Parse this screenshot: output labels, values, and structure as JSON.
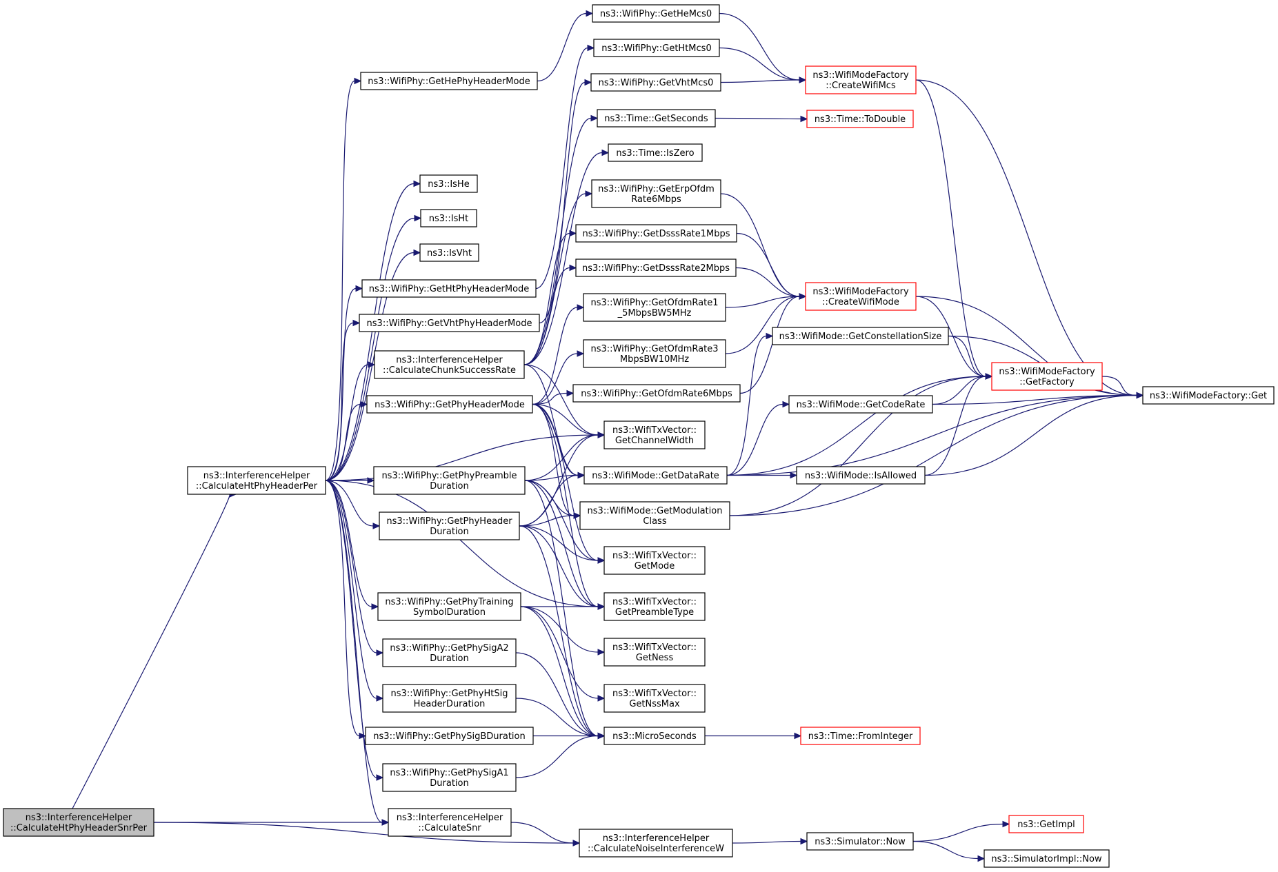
{
  "colors": {
    "edge": "#191970",
    "node_border": "#000000",
    "truncated_node_border": "#ff0000",
    "root_fill": "#bfbfbf",
    "background": "#ffffff"
  },
  "nodes": [
    {
      "id": "root",
      "lines": [
        "ns3::InterferenceHelper",
        "::CalculateHtPhyHeaderSnrPer"
      ],
      "style": "root"
    },
    {
      "id": "per",
      "lines": [
        "ns3::InterferenceHelper",
        "::CalculateHtPhyHeaderPer"
      ],
      "style": "normal"
    },
    {
      "id": "calcSnr",
      "lines": [
        "ns3::InterferenceHelper",
        "::CalculateSnr"
      ],
      "style": "normal"
    },
    {
      "id": "noise",
      "lines": [
        "ns3::InterferenceHelper",
        "::CalculateNoiseInterferenceW"
      ],
      "style": "normal"
    },
    {
      "id": "heHdr",
      "lines": [
        "ns3::WifiPhy::GetHePhyHeaderMode"
      ],
      "style": "normal"
    },
    {
      "id": "isHe",
      "lines": [
        "ns3::IsHe"
      ],
      "style": "normal"
    },
    {
      "id": "isHt",
      "lines": [
        "ns3::IsHt"
      ],
      "style": "normal"
    },
    {
      "id": "isVht",
      "lines": [
        "ns3::IsVht"
      ],
      "style": "normal"
    },
    {
      "id": "htHdr",
      "lines": [
        "ns3::WifiPhy::GetHtPhyHeaderMode"
      ],
      "style": "normal"
    },
    {
      "id": "vhtHdr",
      "lines": [
        "ns3::WifiPhy::GetVhtPhyHeaderMode"
      ],
      "style": "normal"
    },
    {
      "id": "chunk",
      "lines": [
        "ns3::InterferenceHelper",
        "::CalculateChunkSuccessRate"
      ],
      "style": "normal"
    },
    {
      "id": "phyHdrMode",
      "lines": [
        "ns3::WifiPhy::GetPhyHeaderMode"
      ],
      "style": "normal"
    },
    {
      "id": "preamble",
      "lines": [
        "ns3::WifiPhy::GetPhyPreamble",
        "Duration"
      ],
      "style": "normal"
    },
    {
      "id": "phyHdrDur",
      "lines": [
        "ns3::WifiPhy::GetPhyHeader",
        "Duration"
      ],
      "style": "normal"
    },
    {
      "id": "training",
      "lines": [
        "ns3::WifiPhy::GetPhyTraining",
        "SymbolDuration"
      ],
      "style": "normal"
    },
    {
      "id": "sigA2",
      "lines": [
        "ns3::WifiPhy::GetPhySigA2",
        "Duration"
      ],
      "style": "normal"
    },
    {
      "id": "htSig",
      "lines": [
        "ns3::WifiPhy::GetPhyHtSig",
        "HeaderDuration"
      ],
      "style": "normal"
    },
    {
      "id": "sigB",
      "lines": [
        "ns3::WifiPhy::GetPhySigBDuration"
      ],
      "style": "normal"
    },
    {
      "id": "sigA1",
      "lines": [
        "ns3::WifiPhy::GetPhySigA1",
        "Duration"
      ],
      "style": "normal"
    },
    {
      "id": "heMcs0",
      "lines": [
        "ns3::WifiPhy::GetHeMcs0"
      ],
      "style": "normal"
    },
    {
      "id": "htMcs0",
      "lines": [
        "ns3::WifiPhy::GetHtMcs0"
      ],
      "style": "normal"
    },
    {
      "id": "vhtMcs0",
      "lines": [
        "ns3::WifiPhy::GetVhtMcs0"
      ],
      "style": "normal"
    },
    {
      "id": "getSeconds",
      "lines": [
        "ns3::Time::GetSeconds"
      ],
      "style": "normal"
    },
    {
      "id": "isZero",
      "lines": [
        "ns3::Time::IsZero"
      ],
      "style": "normal"
    },
    {
      "id": "erp",
      "lines": [
        "ns3::WifiPhy::GetErpOfdm",
        "Rate6Mbps"
      ],
      "style": "normal"
    },
    {
      "id": "dsss1",
      "lines": [
        "ns3::WifiPhy::GetDsssRate1Mbps"
      ],
      "style": "normal"
    },
    {
      "id": "dsss2",
      "lines": [
        "ns3::WifiPhy::GetDsssRate2Mbps"
      ],
      "style": "normal"
    },
    {
      "id": "ofdm15",
      "lines": [
        "ns3::WifiPhy::GetOfdmRate1",
        "_5MbpsBW5MHz"
      ],
      "style": "normal"
    },
    {
      "id": "ofdm3",
      "lines": [
        "ns3::WifiPhy::GetOfdmRate3",
        "MbpsBW10MHz"
      ],
      "style": "normal"
    },
    {
      "id": "ofdm6",
      "lines": [
        "ns3::WifiPhy::GetOfdmRate6Mbps"
      ],
      "style": "normal"
    },
    {
      "id": "chWidth",
      "lines": [
        "ns3::WifiTxVector::",
        "GetChannelWidth"
      ],
      "style": "normal"
    },
    {
      "id": "dataRate",
      "lines": [
        "ns3::WifiMode::GetDataRate"
      ],
      "style": "normal"
    },
    {
      "id": "modClass",
      "lines": [
        "ns3::WifiMode::GetModulation",
        "Class"
      ],
      "style": "normal"
    },
    {
      "id": "getMode",
      "lines": [
        "ns3::WifiTxVector::",
        "GetMode"
      ],
      "style": "normal"
    },
    {
      "id": "preambleType",
      "lines": [
        "ns3::WifiTxVector::",
        "GetPreambleType"
      ],
      "style": "normal"
    },
    {
      "id": "ness",
      "lines": [
        "ns3::WifiTxVector::",
        "GetNess"
      ],
      "style": "normal"
    },
    {
      "id": "nssMax",
      "lines": [
        "ns3::WifiTxVector::",
        "GetNssMax"
      ],
      "style": "normal"
    },
    {
      "id": "micro",
      "lines": [
        "ns3::MicroSeconds"
      ],
      "style": "normal"
    },
    {
      "id": "createMcs",
      "lines": [
        "ns3::WifiModeFactory",
        "::CreateWifiMcs"
      ],
      "style": "truncated"
    },
    {
      "id": "toDouble",
      "lines": [
        "ns3::Time::ToDouble"
      ],
      "style": "truncated"
    },
    {
      "id": "createMode",
      "lines": [
        "ns3::WifiModeFactory",
        "::CreateWifiMode"
      ],
      "style": "truncated"
    },
    {
      "id": "constSize",
      "lines": [
        "ns3::WifiMode::GetConstellationSize"
      ],
      "style": "normal"
    },
    {
      "id": "getFactory",
      "lines": [
        "ns3::WifiModeFactory",
        "::GetFactory"
      ],
      "style": "truncated"
    },
    {
      "id": "codeRate",
      "lines": [
        "ns3::WifiMode::GetCodeRate"
      ],
      "style": "normal"
    },
    {
      "id": "isAllowed",
      "lines": [
        "ns3::WifiMode::IsAllowed"
      ],
      "style": "normal"
    },
    {
      "id": "fromInt",
      "lines": [
        "ns3::Time::FromInteger"
      ],
      "style": "truncated"
    },
    {
      "id": "simNow",
      "lines": [
        "ns3::Simulator::Now"
      ],
      "style": "normal"
    },
    {
      "id": "getImpl",
      "lines": [
        "ns3::GetImpl"
      ],
      "style": "truncated"
    },
    {
      "id": "implNow",
      "lines": [
        "ns3::SimulatorImpl::Now"
      ],
      "style": "normal"
    },
    {
      "id": "factoryGet",
      "lines": [
        "ns3::WifiModeFactory::Get"
      ],
      "style": "normal"
    }
  ],
  "edges": [
    [
      "root",
      "per"
    ],
    [
      "root",
      "calcSnr"
    ],
    [
      "root",
      "noise"
    ],
    [
      "per",
      "heHdr"
    ],
    [
      "per",
      "isHe"
    ],
    [
      "per",
      "isHt"
    ],
    [
      "per",
      "isVht"
    ],
    [
      "per",
      "htHdr"
    ],
    [
      "per",
      "vhtHdr"
    ],
    [
      "per",
      "chunk"
    ],
    [
      "per",
      "phyHdrMode"
    ],
    [
      "per",
      "chWidth"
    ],
    [
      "per",
      "preamble"
    ],
    [
      "per",
      "phyHdrDur"
    ],
    [
      "per",
      "preambleType"
    ],
    [
      "per",
      "training"
    ],
    [
      "per",
      "sigA2"
    ],
    [
      "per",
      "htSig"
    ],
    [
      "per",
      "sigB"
    ],
    [
      "per",
      "sigA1"
    ],
    [
      "per",
      "calcSnr"
    ],
    [
      "calcSnr",
      "noise"
    ],
    [
      "noise",
      "simNow"
    ],
    [
      "simNow",
      "getImpl"
    ],
    [
      "simNow",
      "implNow"
    ],
    [
      "heHdr",
      "heMcs0"
    ],
    [
      "heMcs0",
      "createMcs"
    ],
    [
      "htHdr",
      "htMcs0"
    ],
    [
      "htMcs0",
      "createMcs"
    ],
    [
      "vhtHdr",
      "vhtMcs0"
    ],
    [
      "vhtMcs0",
      "createMcs"
    ],
    [
      "chunk",
      "getSeconds"
    ],
    [
      "chunk",
      "isZero"
    ],
    [
      "chunk",
      "erp"
    ],
    [
      "chunk",
      "dsss1"
    ],
    [
      "chunk",
      "dsss2"
    ],
    [
      "chunk",
      "chWidth"
    ],
    [
      "chunk",
      "dataRate"
    ],
    [
      "getSeconds",
      "toDouble"
    ],
    [
      "phyHdrMode",
      "ofdm15"
    ],
    [
      "phyHdrMode",
      "ofdm3"
    ],
    [
      "phyHdrMode",
      "ofdm6"
    ],
    [
      "phyHdrMode",
      "chWidth"
    ],
    [
      "phyHdrMode",
      "dataRate"
    ],
    [
      "phyHdrMode",
      "modClass"
    ],
    [
      "phyHdrMode",
      "getMode"
    ],
    [
      "phyHdrMode",
      "preambleType"
    ],
    [
      "preamble",
      "chWidth"
    ],
    [
      "preamble",
      "dataRate"
    ],
    [
      "preamble",
      "modClass"
    ],
    [
      "preamble",
      "getMode"
    ],
    [
      "preamble",
      "preambleType"
    ],
    [
      "preamble",
      "micro"
    ],
    [
      "phyHdrDur",
      "chWidth"
    ],
    [
      "phyHdrDur",
      "dataRate"
    ],
    [
      "phyHdrDur",
      "modClass"
    ],
    [
      "phyHdrDur",
      "getMode"
    ],
    [
      "phyHdrDur",
      "preambleType"
    ],
    [
      "phyHdrDur",
      "micro"
    ],
    [
      "training",
      "preambleType"
    ],
    [
      "training",
      "ness"
    ],
    [
      "training",
      "nssMax"
    ],
    [
      "training",
      "micro"
    ],
    [
      "sigA2",
      "micro"
    ],
    [
      "htSig",
      "micro"
    ],
    [
      "sigB",
      "micro"
    ],
    [
      "sigA1",
      "micro"
    ],
    [
      "micro",
      "fromInt"
    ],
    [
      "erp",
      "createMode"
    ],
    [
      "dsss1",
      "createMode"
    ],
    [
      "dsss2",
      "createMode"
    ],
    [
      "ofdm15",
      "createMode"
    ],
    [
      "ofdm3",
      "createMode"
    ],
    [
      "ofdm6",
      "createMode"
    ],
    [
      "createMcs",
      "getFactory"
    ],
    [
      "createMcs",
      "factoryGet"
    ],
    [
      "createMode",
      "getFactory"
    ],
    [
      "createMode",
      "factoryGet"
    ],
    [
      "dataRate",
      "constSize"
    ],
    [
      "dataRate",
      "codeRate"
    ],
    [
      "dataRate",
      "isAllowed"
    ],
    [
      "dataRate",
      "getFactory"
    ],
    [
      "dataRate",
      "factoryGet"
    ],
    [
      "constSize",
      "getFactory"
    ],
    [
      "constSize",
      "factoryGet"
    ],
    [
      "codeRate",
      "getFactory"
    ],
    [
      "codeRate",
      "factoryGet"
    ],
    [
      "isAllowed",
      "getFactory"
    ],
    [
      "isAllowed",
      "factoryGet"
    ],
    [
      "modClass",
      "getFactory"
    ],
    [
      "modClass",
      "factoryGet"
    ],
    [
      "getFactory",
      "factoryGet"
    ]
  ]
}
